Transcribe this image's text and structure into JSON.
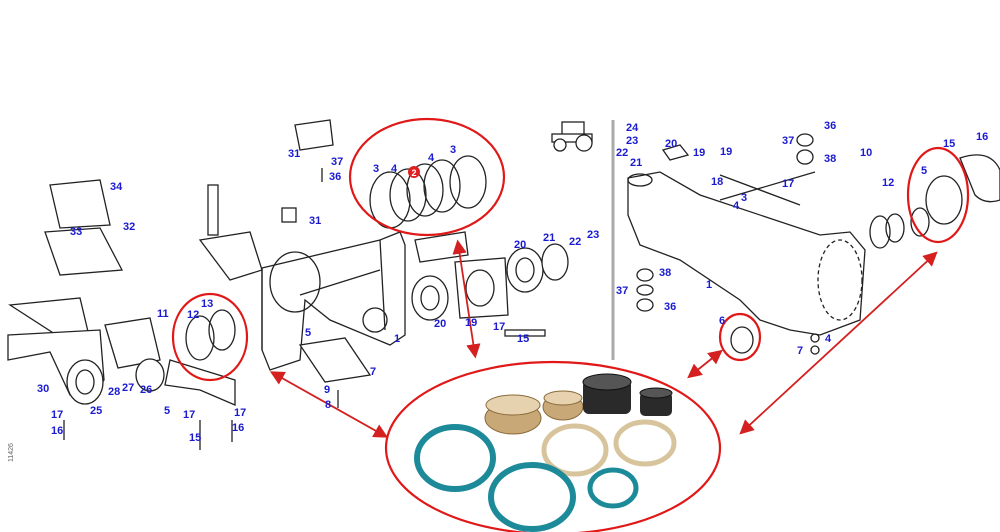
{
  "figure": {
    "side_code": "11426",
    "highlight_badge": "2",
    "left_labels": [
      "31",
      "37",
      "36",
      "3",
      "4",
      "4",
      "3",
      "34",
      "32",
      "33",
      "31",
      "20",
      "21",
      "22",
      "23",
      "11",
      "12",
      "13",
      "5",
      "20",
      "19",
      "1",
      "17",
      "15",
      "7",
      "9",
      "8",
      "30",
      "28",
      "27",
      "26",
      "25",
      "5",
      "17",
      "16",
      "17",
      "15",
      "17",
      "16"
    ],
    "right_labels": [
      "24",
      "23",
      "22",
      "21",
      "20",
      "19",
      "19",
      "18",
      "17",
      "37",
      "38",
      "36",
      "10",
      "4",
      "3",
      "15",
      "16",
      "5",
      "12",
      "38",
      "1",
      "37",
      "36",
      "6",
      "4",
      "7"
    ]
  },
  "colors": {
    "highlight": "#e01818",
    "label": "#1a1ad0",
    "seal_ring": "#1d8a9a",
    "bronze": "#c9a878"
  }
}
